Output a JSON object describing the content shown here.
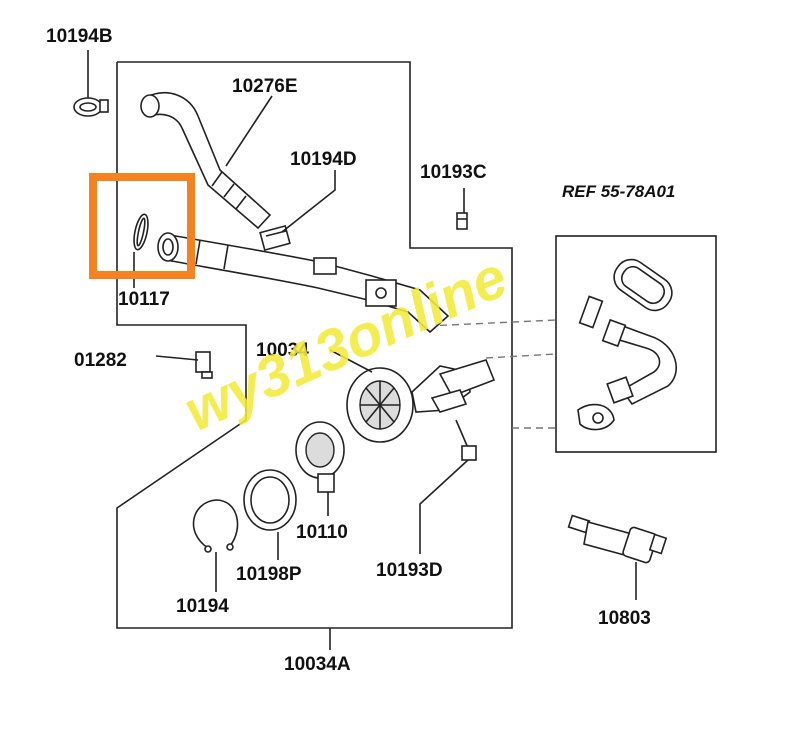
{
  "labels": {
    "l10194B": "10194B",
    "l10276E": "10276E",
    "l10194D": "10194D",
    "l10193C": "10193C",
    "lREF": "REF 55-78A01",
    "l10117": "10117",
    "l01282": "01282",
    "l10034": "10034",
    "l10110": "10110",
    "l10198P": "10198P",
    "l10193D": "10193D",
    "l10194": "10194",
    "l10034A": "10034A",
    "l10803": "10803"
  },
  "watermark": "wy313online",
  "colors": {
    "highlight": "#f58220",
    "watermark": "#f2ea3a",
    "line": "#222222"
  }
}
